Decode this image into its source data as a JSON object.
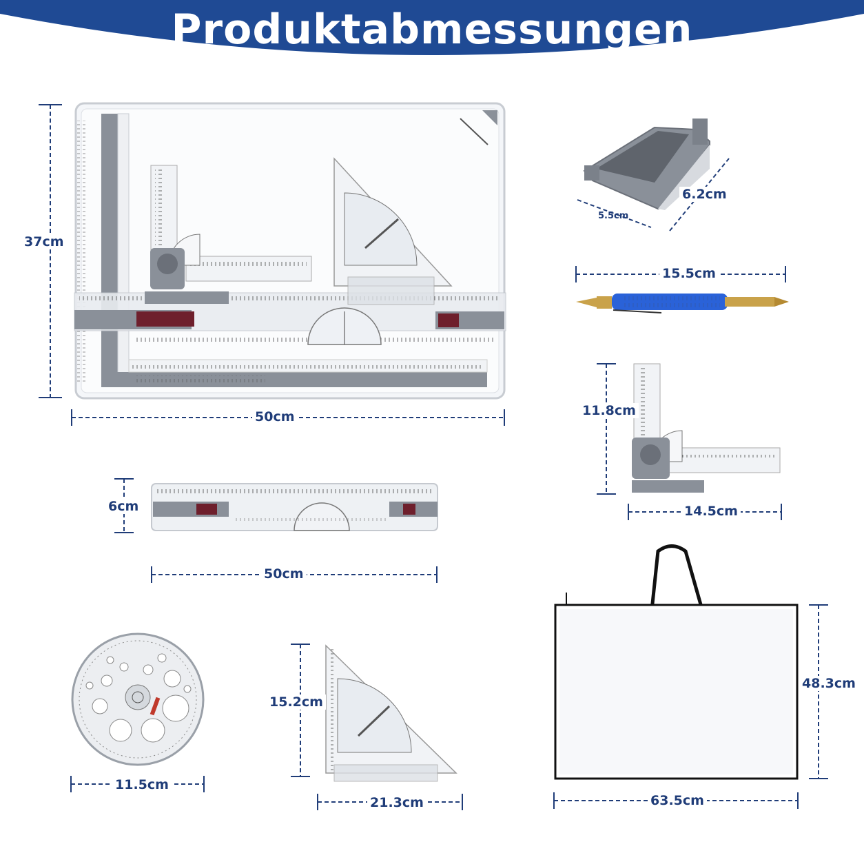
{
  "header": {
    "title": "Produktabmessungen",
    "banner_color": "#1f4a94"
  },
  "products": [
    {
      "name": "drawing-board",
      "dimensions": [
        "37cm",
        "50cm"
      ]
    },
    {
      "name": "corner-clamp",
      "dimensions": [
        "6.2cm",
        "5.5cm"
      ]
    },
    {
      "name": "mechanical-pencil",
      "dimensions": [
        "15.5cm"
      ]
    },
    {
      "name": "angle-arm",
      "dimensions": [
        "11.8cm",
        "14.5cm"
      ]
    },
    {
      "name": "parallel-ruler",
      "dimensions": [
        "6cm",
        "50cm"
      ]
    },
    {
      "name": "circle-template",
      "dimensions": [
        "11.5cm"
      ]
    },
    {
      "name": "set-square",
      "dimensions": [
        "15.2cm",
        "21.3cm"
      ]
    },
    {
      "name": "carry-bag",
      "dimensions": [
        "48.3cm",
        "63.5cm"
      ]
    }
  ],
  "colors": {
    "dimension_lines": "#1f3c78",
    "ruler_gray": "#8a9099",
    "clip_red": "#6e1f2c",
    "pencil_blue": "#2a62d8",
    "pencil_brass": "#c9a24a"
  }
}
